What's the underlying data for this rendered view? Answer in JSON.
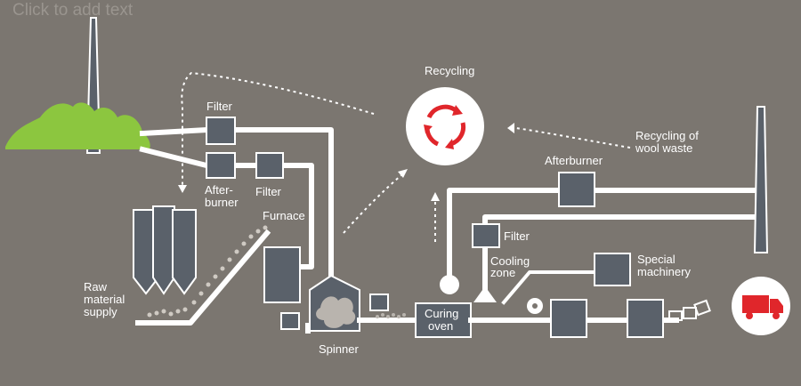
{
  "placeholder_text": "Click to add text",
  "labels": {
    "recycling": "Recycling",
    "recycling_wool_1": "Recycling of",
    "recycling_wool_2": "wool waste",
    "filter_top": "Filter",
    "afterburner_left_1": "After-",
    "afterburner_left_2": "burner",
    "filter_mid": "Filter",
    "furnace": "Furnace",
    "afterburner_right": "Afterburner",
    "filter_right": "Filter",
    "cooling_1": "Cooling",
    "cooling_2": "zone",
    "special_1": "Special",
    "special_2": "machinery",
    "raw_1": "Raw",
    "raw_2": "material",
    "raw_3": "supply",
    "curing_1": "Curing",
    "curing_2": "oven",
    "spinner": "Spinner"
  },
  "icons": {
    "recycling": "recycle-arrows-icon",
    "truck": "truck-icon"
  },
  "colors": {
    "background": "#7b7670",
    "box": "#5a616a",
    "line": "#ffffff",
    "trees": "#8cc63f",
    "accent": "#e0262b"
  }
}
